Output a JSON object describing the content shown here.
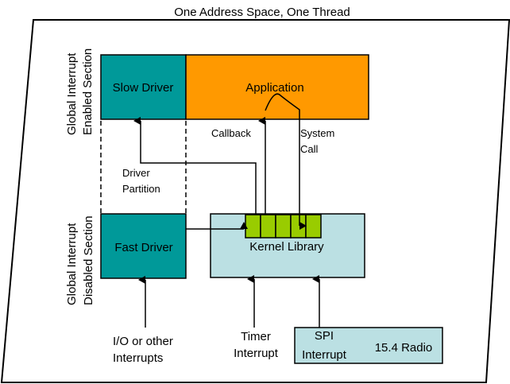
{
  "title": "One Address Space, One Thread",
  "sections": {
    "enabled": [
      "Global Interrupt",
      "Enabled Section"
    ],
    "disabled": [
      "Global Interrupt",
      "Disabled Section"
    ]
  },
  "boxes": {
    "slow_driver": "Slow Driver",
    "application": "Application",
    "fast_driver": "Fast Driver",
    "kernel_library": "Kernel Library",
    "radio": "15.4 Radio"
  },
  "labels": {
    "callback": "Callback",
    "system_call": [
      "System",
      "Call"
    ],
    "driver_partition": [
      "Driver",
      "Partition"
    ],
    "io_interrupts": [
      "I/O or other",
      "Interrupts"
    ],
    "timer_interrupt": [
      "Timer",
      "Interrupt"
    ],
    "spi_interrupt": [
      "SPI",
      "Interrupt"
    ]
  },
  "kernel_slots": 5,
  "colors": {
    "driver": "#009999",
    "application": "#FF9900",
    "kernel": "#BBE0E3",
    "slot": "#99CC00",
    "line": "#000000"
  }
}
